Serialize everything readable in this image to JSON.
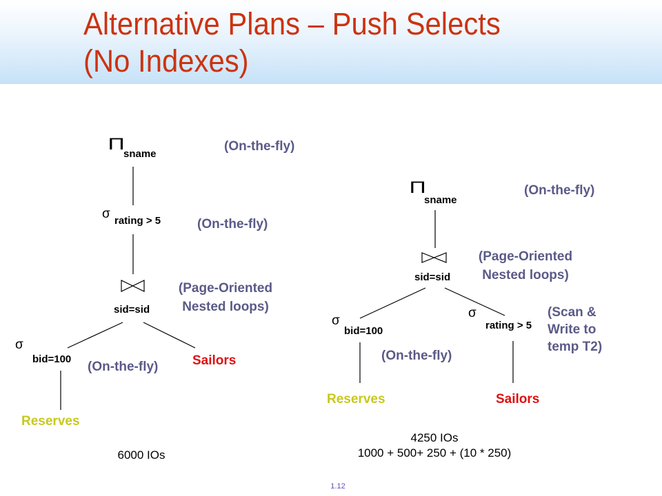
{
  "title": {
    "line1": "Alternative Plans – Push Selects",
    "line2": "(No Indexes)"
  },
  "symbols": {
    "project": "Π",
    "select": "σ",
    "join": "⋈"
  },
  "left_plan": {
    "project_attr": "sname",
    "select_cond": "rating > 5",
    "join_cond": "sid=sid",
    "lower_select_cond": "bid=100",
    "annot_project": "(On-the-fly)",
    "annot_select": "(On-the-fly)",
    "annot_join_line1": "(Page-Oriented",
    "annot_join_line2": "Nested  loops)",
    "annot_lower_select": "(On-the-fly)",
    "relation_left": "Reserves",
    "relation_right": "Sailors",
    "cost": "6000 IOs"
  },
  "right_plan": {
    "project_attr": "sname",
    "join_cond": "sid=sid",
    "select_left_cond": "bid=100",
    "select_right_cond": "rating > 5",
    "annot_project": "(On-the-fly)",
    "annot_join_line1": "(Page-Oriented",
    "annot_join_line2": "Nested  loops)",
    "annot_select_left": "(On-the-fly)",
    "annot_select_right_line1": "(Scan &",
    "annot_select_right_line2": "Write to",
    "annot_select_right_line3": "temp T2)",
    "relation_left": "Reserves",
    "relation_right": "Sailors",
    "cost_line1": "4250 IOs",
    "cost_line2": "1000 + 500+ 250 + (10 * 250)"
  },
  "slide_number": "1.12"
}
